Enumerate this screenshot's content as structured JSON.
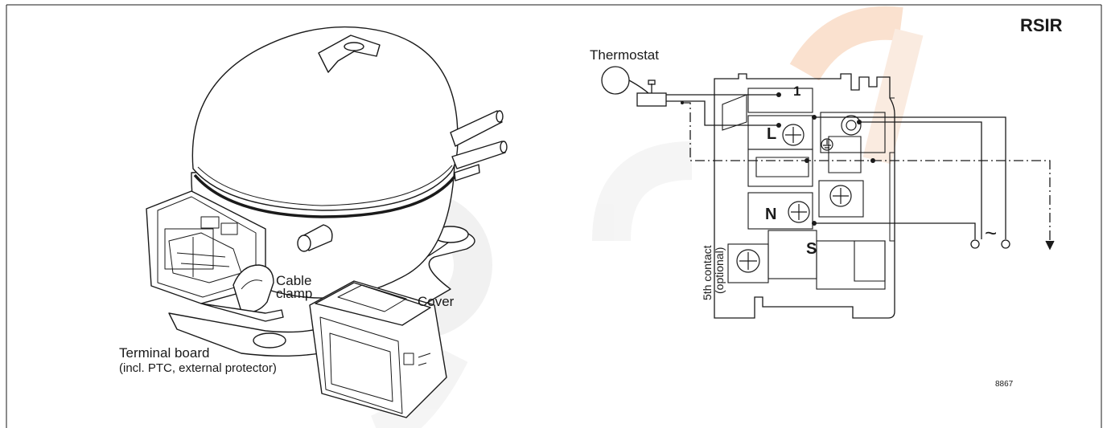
{
  "frame_title": "RSIR",
  "compressor_labels": {
    "cable_clamp_line1": "Cable",
    "cable_clamp_line2": "clamp",
    "cover": "Cover",
    "terminal_board": "Terminal board",
    "terminal_board_note": "(incl. PTC, external protector)"
  },
  "wiring_labels": {
    "thermostat": "Thermostat",
    "terminal_1": "1",
    "terminal_L": "L",
    "terminal_N": "N",
    "terminal_S": "S",
    "fifth_contact_line1": "5th contact",
    "fifth_contact_line2": "(optional)",
    "ac_symbol": "~",
    "drawing_number": "8867"
  },
  "colors": {
    "line": "#1a1a1a",
    "watermark": "#e8e8e8",
    "watermark_accent": "#f6c9a8"
  }
}
